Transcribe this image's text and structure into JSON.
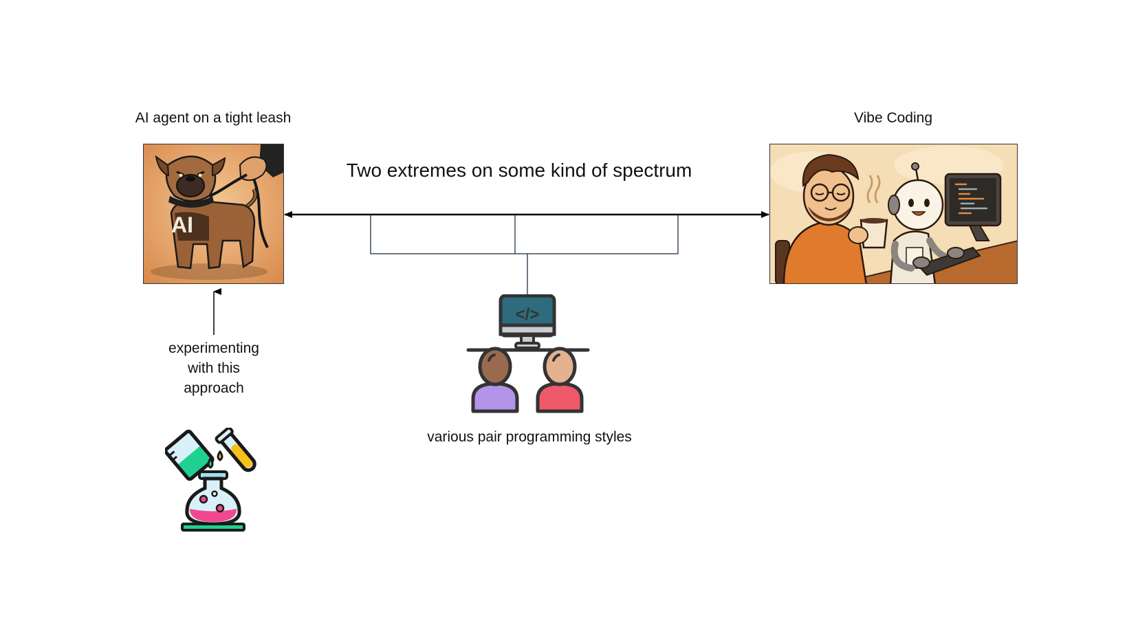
{
  "diagram": {
    "title": "Two extremes on some kind of spectrum",
    "left_extreme": {
      "label": "AI agent on a tight leash",
      "image_description": "bulldog wearing collar with AI on chest, leash held by hand in suit",
      "badge_text": "AI"
    },
    "right_extreme": {
      "label": "Vibe Coding",
      "image_description": "relaxed developer drinking coffee while robot types code on keyboard"
    },
    "middle": {
      "label": "various pair programming styles",
      "icon": "pair-programming-icon",
      "code_glyph": "</>"
    },
    "experiment": {
      "label_lines": [
        "experimenting",
        "with this",
        "approach"
      ],
      "icon": "chemistry-lab-icon"
    },
    "colors": {
      "line": "#000000",
      "bracket": "#3d4a5c",
      "monitor_screen": "#2e6b7c",
      "person_left_shirt": "#b394e8",
      "person_right_shirt": "#ee5a6a",
      "person_left_skin": "#9a6a4f",
      "person_right_skin": "#e3b18d",
      "lab_green": "#1fd191",
      "lab_yellow": "#f5c21b",
      "lab_pink": "#f0488f",
      "lab_glass": "#d8f1f8"
    }
  }
}
